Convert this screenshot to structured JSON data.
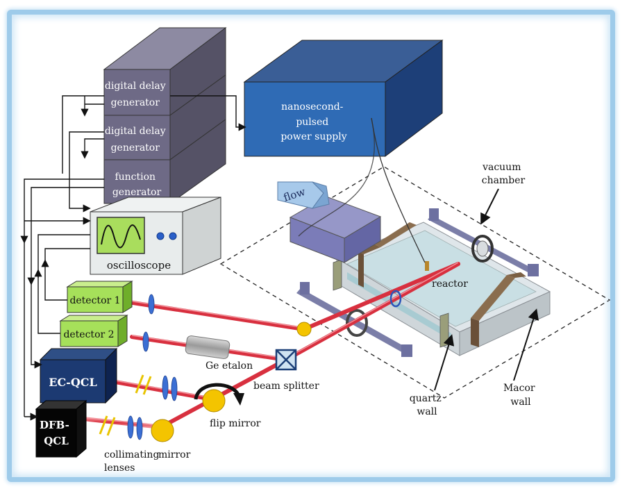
{
  "labels": {
    "delay1": [
      "digital delay",
      "generator"
    ],
    "delay2": [
      "digital delay",
      "generator"
    ],
    "function_gen": [
      "function",
      "generator"
    ],
    "power_supply": [
      "nanosecond-",
      "pulsed",
      "power supply"
    ],
    "oscilloscope": "oscilloscope",
    "detector1": "detector 1",
    "detector2": "detector 2",
    "ec_qcl": "EC-QCL",
    "dfb_qcl": [
      "DFB-",
      "QCL"
    ],
    "ge_etalon": "Ge etalon",
    "beam_splitter": "beam splitter",
    "flip_mirror": "flip mirror",
    "collimating_lenses": [
      "collimating",
      "lenses"
    ],
    "mirror": "mirror",
    "flow": "flow",
    "reactor": "reactor",
    "vacuum_chamber": [
      "vacuum",
      "chamber"
    ],
    "quartz_wall": [
      "quartz",
      "wall"
    ],
    "macor_wall": [
      "Macor",
      "wall"
    ]
  },
  "colors": {
    "box_gray": "#6e6a86",
    "power_blue": "#2f6bb5",
    "detector_green": "#a6e05a",
    "laser_red": "#e04b57",
    "mirror_yellow": "#f4c400",
    "lens_blue": "#3b6fd4",
    "frame_blue": "#9ecbea"
  }
}
